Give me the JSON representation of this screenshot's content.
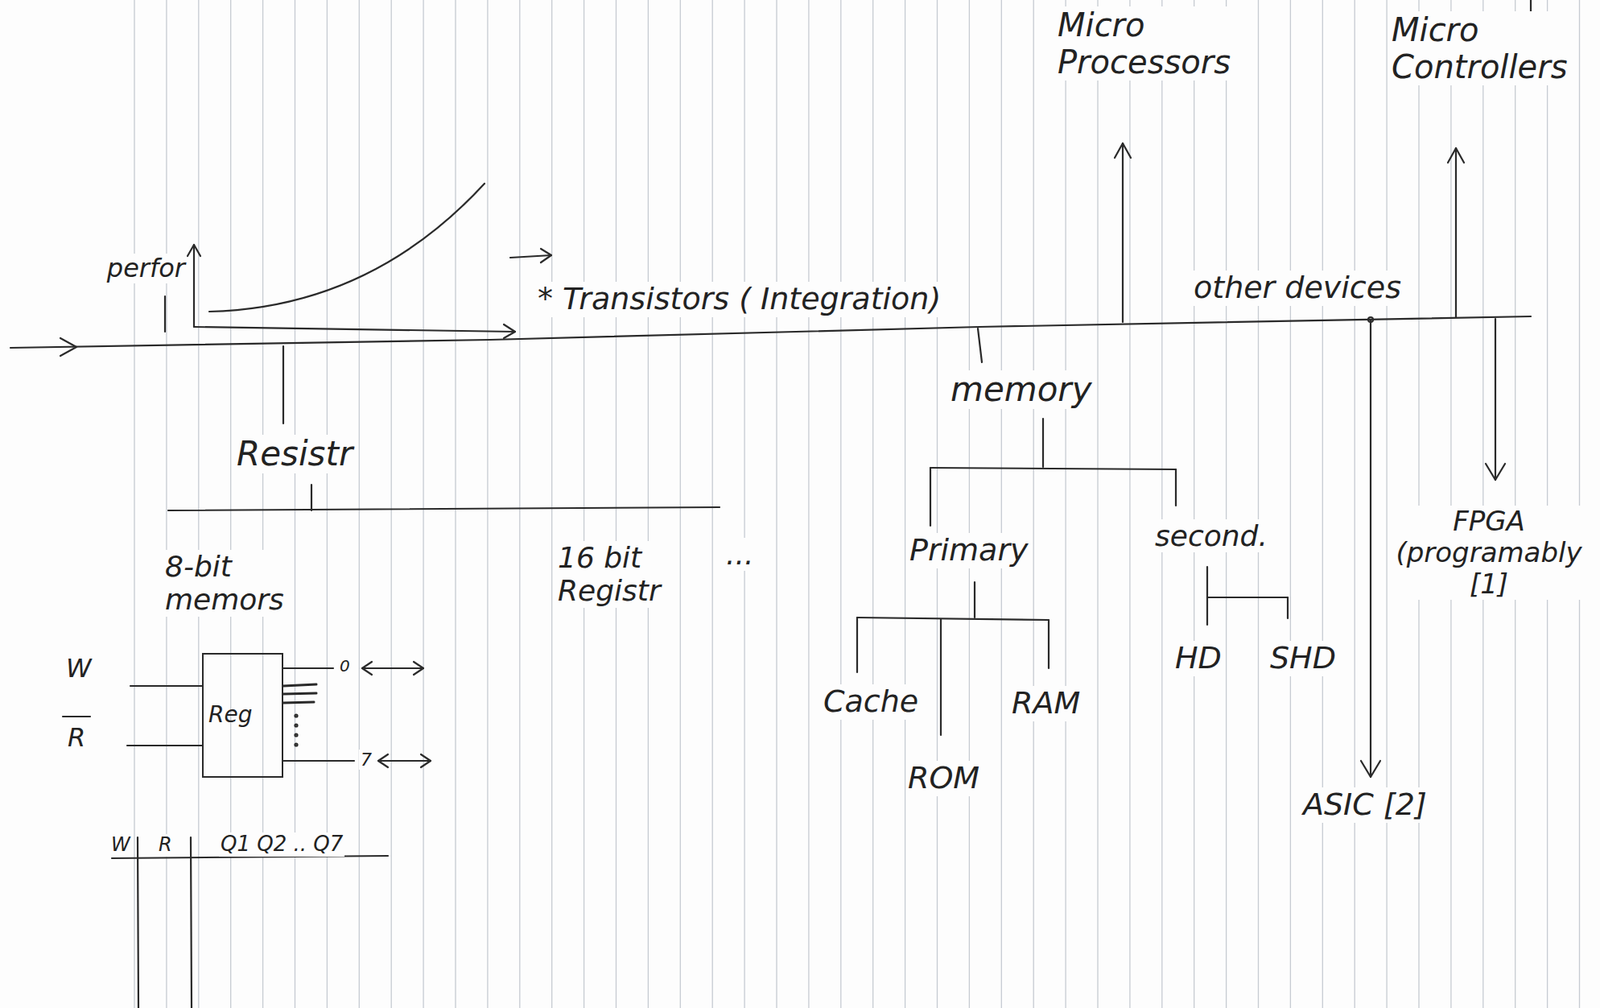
{
  "diagram": {
    "nodes": [
      {
        "text": [
          "Reg"
        ]
      }
    ],
    "labels": [
      "Micro Processors",
      "Micro Controllers",
      "perfor",
      "* Transistors ( Integration)",
      "other devices",
      "memory",
      "Resistr",
      "8-bit memors",
      "16 bit Registr",
      "...",
      "Primary",
      "second.",
      "FPGA (programably [1]",
      "W",
      "R",
      "0",
      "7",
      "HD",
      "SHD",
      "Cache",
      "RAM",
      "ROM",
      "ASIC [2]",
      "W",
      "R",
      "Q1 Q2 .. Q7"
    ]
  }
}
